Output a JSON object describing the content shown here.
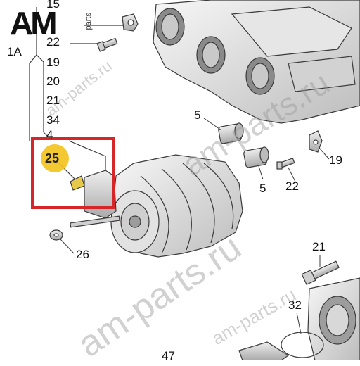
{
  "logo": {
    "main": "AM",
    "sub": "parts"
  },
  "labels": {
    "l15": "15",
    "l22a": "22",
    "l1a": "1A",
    "l19a": "19",
    "l20": "20",
    "l21a": "21",
    "l34": "34",
    "l4": "4",
    "l25": "25",
    "l5a": "5",
    "l5b": "5",
    "l19b": "19",
    "l22b": "22",
    "l26": "26",
    "l21b": "21",
    "l32": "32",
    "l47": "47"
  },
  "watermarks": {
    "w1": "am-parts.ru",
    "w2": "am-parts.ru",
    "w3": "am-parts.ru",
    "w4": "am-parts.ru"
  },
  "colors": {
    "highlight_box": "#d6262a",
    "badge": "#f2c21b",
    "line_art": "#3a3a3a",
    "part_shading": "#dcdcdc",
    "part_light": "#f4f4f4"
  }
}
